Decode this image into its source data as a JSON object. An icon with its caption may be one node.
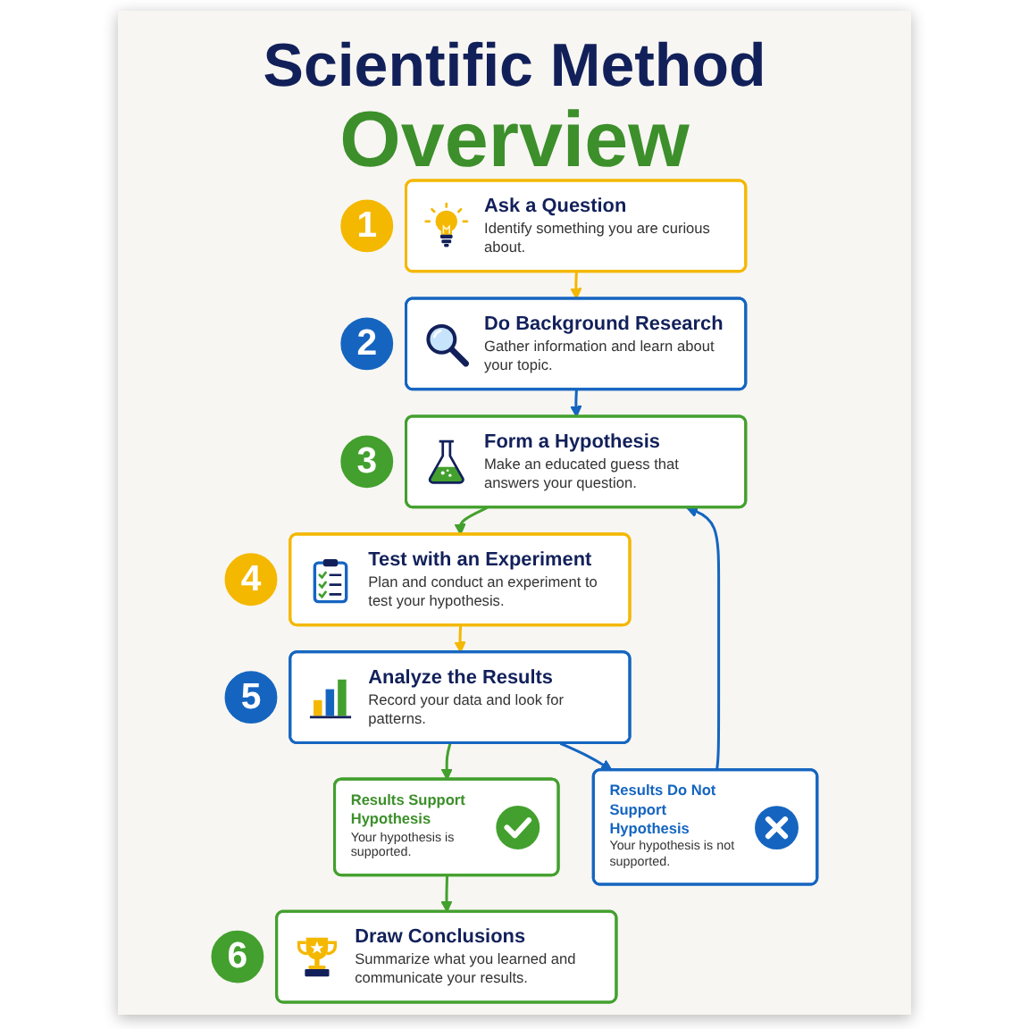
{
  "diagram": {
    "title": "Scientific Method Overview",
    "nodes": [
      {
        "text": [
          "1"
        ]
      },
      {
        "text": [
          "Ask a Question",
          "Identify something you are curious about."
        ]
      },
      {
        "text": [
          "2"
        ]
      },
      {
        "text": [
          "Do Background Research",
          "Gather information and learn about your topic."
        ]
      },
      {
        "text": [
          "3"
        ]
      },
      {
        "text": [
          "Form a Hypothesis",
          "Make an educated guess that answers your question."
        ]
      },
      {
        "text": [
          "4"
        ]
      },
      {
        "text": [
          "Test with an Experiment",
          "Plan and conduct an experiment to test your hypothesis."
        ]
      },
      {
        "text": [
          "5"
        ]
      },
      {
        "text": [
          "Analyze the Results",
          "Record your data and look for patterns."
        ]
      },
      {
        "text": [
          "Results Support Hypothesis",
          "Your hypothesis is supported."
        ]
      },
      {
        "text": [
          "Results Do Not Support Hypothesis",
          "Your hypothesis is not supported."
        ]
      },
      {
        "text": [
          "6"
        ]
      },
      {
        "text": [
          "Draw Conclusions",
          "Summarize what you learned and communicate your results."
        ]
      }
    ],
    "edges": [
      {
        "from": 1,
        "to": 3,
        "arrow": "to",
        "color": "#f4b800"
      },
      {
        "from": 3,
        "to": 5,
        "arrow": "to",
        "color": "#1565c0"
      },
      {
        "from": 5,
        "to": 7,
        "arrow": "to",
        "color": "#43a02e"
      },
      {
        "from": 7,
        "to": 9,
        "arrow": "to",
        "color": "#f4b800"
      },
      {
        "from": 9,
        "to": 10,
        "arrow": "to",
        "color": "#43a02e"
      },
      {
        "from": 9,
        "to": 11,
        "arrow": "to",
        "color": "#1565c0"
      },
      {
        "from": 10,
        "to": 13,
        "arrow": "to",
        "color": "#43a02e"
      },
      {
        "from": 11,
        "to": 5,
        "arrow": "to",
        "color": "#1565c0"
      }
    ]
  }
}
